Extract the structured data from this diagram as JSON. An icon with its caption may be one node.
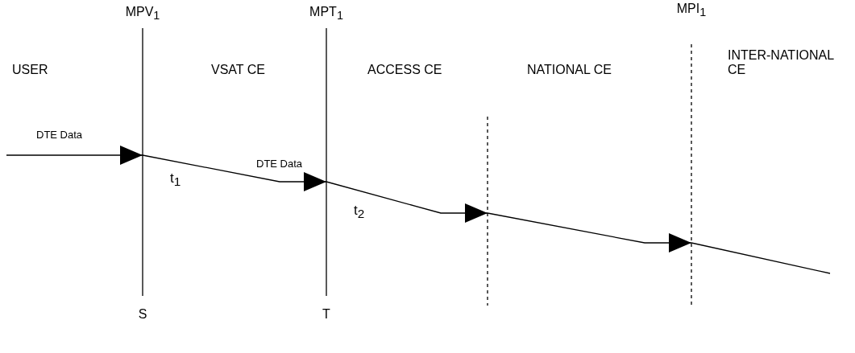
{
  "diagram": {
    "nodes": [
      {
        "text": [
          "MPV$_{1}$",
          "S"
        ],
        "beside": [
          "t$_{1}$"
        ]
      },
      {
        "text": [
          "MPT$_{1}$",
          "T"
        ],
        "beside": [
          "t$_{2}$"
        ]
      },
      {
        "text": [],
        "shape": "bar"
      },
      {
        "text": [
          "MPI$_{1}$"
        ]
      }
    ],
    "edges": [
      {
        "from": null,
        "to": 0,
        "arrow": "to",
        "label": "DTE Data"
      },
      {
        "from": 0,
        "to": 1,
        "arrow": "to",
        "label": "DTE Data"
      },
      {
        "from": 1,
        "to": 2,
        "arrow": "to"
      },
      {
        "from": 2,
        "to": 3,
        "arrow": "to"
      },
      {
        "from": 3,
        "to": null,
        "arrow": "none"
      }
    ],
    "labels": [
      "USER",
      "VSAT CE",
      "ACCESS CE",
      "NATIONAL CE",
      "INTER-NATIONAL CE"
    ]
  }
}
